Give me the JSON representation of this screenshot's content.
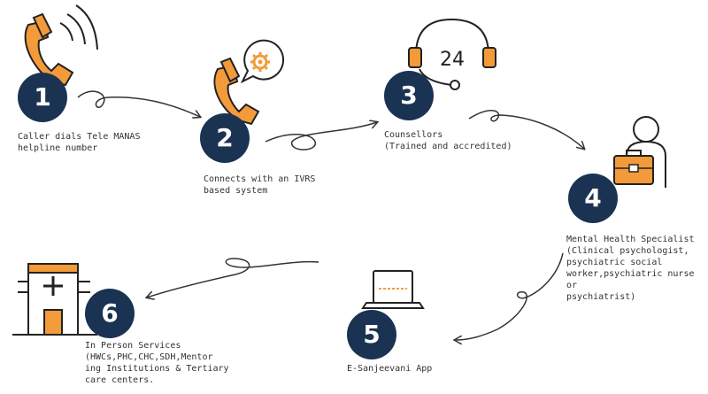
{
  "colors": {
    "accent": "#f39a3a",
    "circle": "#1b3352",
    "line": "#333333"
  },
  "steps": [
    {
      "number": "1",
      "icon": "phone-ringing-icon",
      "caption": "Caller dials Tele MANAS\nhelpline number"
    },
    {
      "number": "2",
      "icon": "phone-ivrs-icon",
      "caption": "Connects with an IVRS\nbased system"
    },
    {
      "number": "3",
      "icon": "headset-24-icon",
      "icon_text": "24",
      "caption": "Counsellors\n(Trained and accredited)"
    },
    {
      "number": "4",
      "icon": "specialist-briefcase-icon",
      "caption": "Mental Health Specialist\n(Clinical psychologist,\npsychiatric social\nworker,psychiatric nurse or\npsychiatrist)"
    },
    {
      "number": "5",
      "icon": "laptop-icon",
      "caption": "E-Sanjeevani App"
    },
    {
      "number": "6",
      "icon": "hospital-icon",
      "caption": "In Person Services\n(HWCs,PHC,CHC,SDH,Mentor\ning Institutions & Tertiary\ncare centers."
    }
  ]
}
